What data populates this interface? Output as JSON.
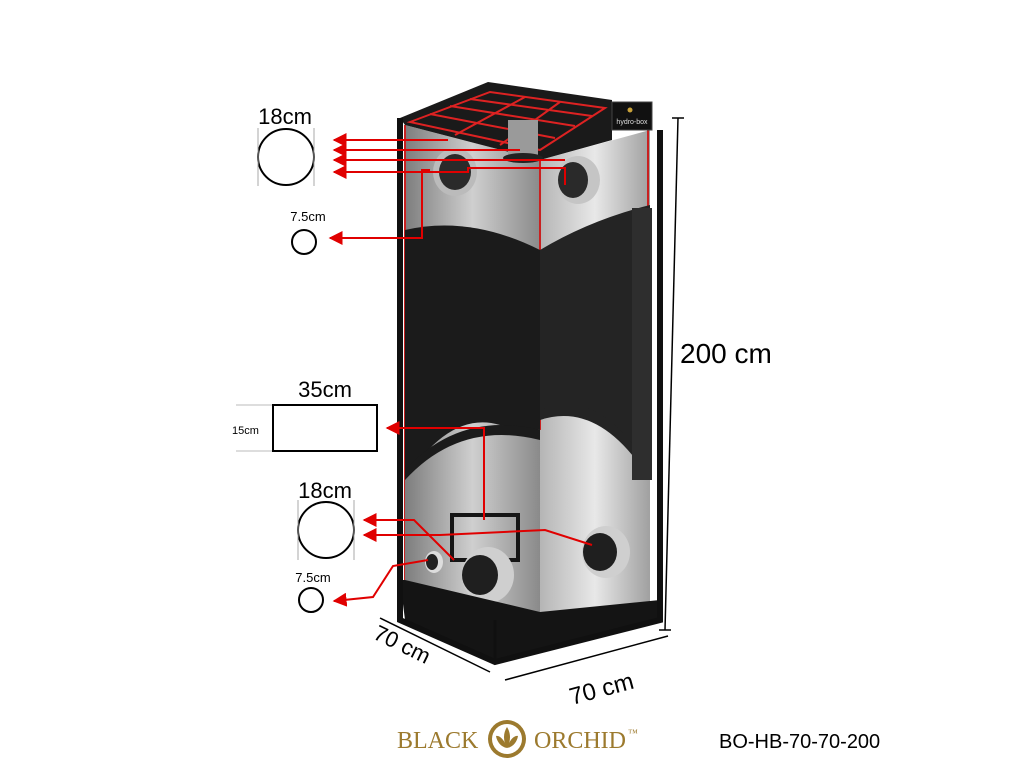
{
  "dims": {
    "height": "200 cm",
    "width": "70 cm",
    "depth": "70 cm"
  },
  "ports": {
    "top_duct": "18cm",
    "top_small": "7.5cm",
    "vent_width": "35cm",
    "vent_height": "15cm",
    "bottom_duct": "18cm",
    "bottom_small": "7.5cm"
  },
  "tent_label": "hydro-box",
  "brand": {
    "left": "BLACK",
    "right": "ORCHID",
    "tm": "™",
    "model": "BO-HB-70-70-200"
  },
  "colors": {
    "arrow": "#e00000",
    "tent_black": "#151515",
    "brand_gold": "#9c7a2e"
  },
  "icons": [
    "orchid-logo-icon"
  ]
}
